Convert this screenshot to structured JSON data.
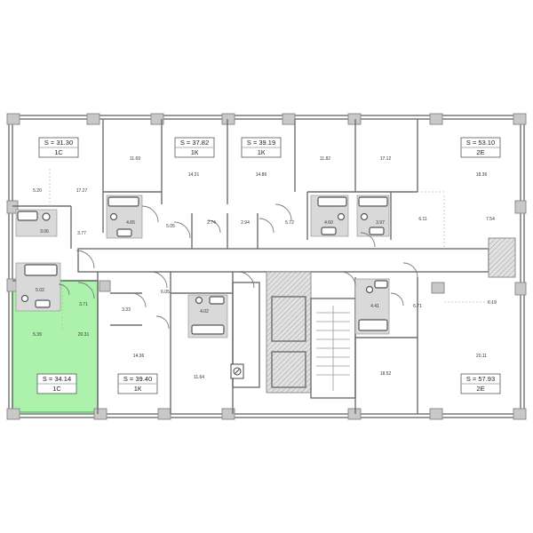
{
  "colors": {
    "highlight": "#9ef09e",
    "wall": "#c8c8c8",
    "line": "#6e6e6e"
  },
  "apartments": [
    {
      "area_label": "S = 31.30",
      "type_label": "1С"
    },
    {
      "area_label": "S = 37.82",
      "type_label": "1К"
    },
    {
      "area_label": "S = 39.19",
      "type_label": "1К"
    },
    {
      "area_label": "S = 53.10",
      "type_label": "2Е"
    },
    {
      "area_label": "S = 34.14",
      "type_label": "1С",
      "selected": true
    },
    {
      "area_label": "S = 39.40",
      "type_label": "1К"
    },
    {
      "area_label": "S = 57.93",
      "type_label": "2Е"
    }
  ],
  "rooms": [
    "11.69",
    "17.27",
    "5.20",
    "3.77",
    "3.06",
    "14.31",
    "4.65",
    "5.05",
    "2.74",
    "14.86",
    "2.94",
    "5.72",
    "11.82",
    "4.60",
    "17.12",
    "3.97",
    "6.11",
    "18.36",
    "7.54",
    "5.02",
    "3.71",
    "5.39",
    "20.31",
    "3.33",
    "6.05",
    "4.02",
    "14.36",
    "11.64",
    "4.41",
    "6.71",
    "6.19",
    "18.52",
    "20.11"
  ],
  "icons": {
    "stair": "staircase-icon",
    "bath": "bathtub-icon",
    "toilet": "toilet-icon",
    "sink": "sink-icon",
    "elevator": "elevator-icon",
    "meter": "utility-meter-icon"
  }
}
